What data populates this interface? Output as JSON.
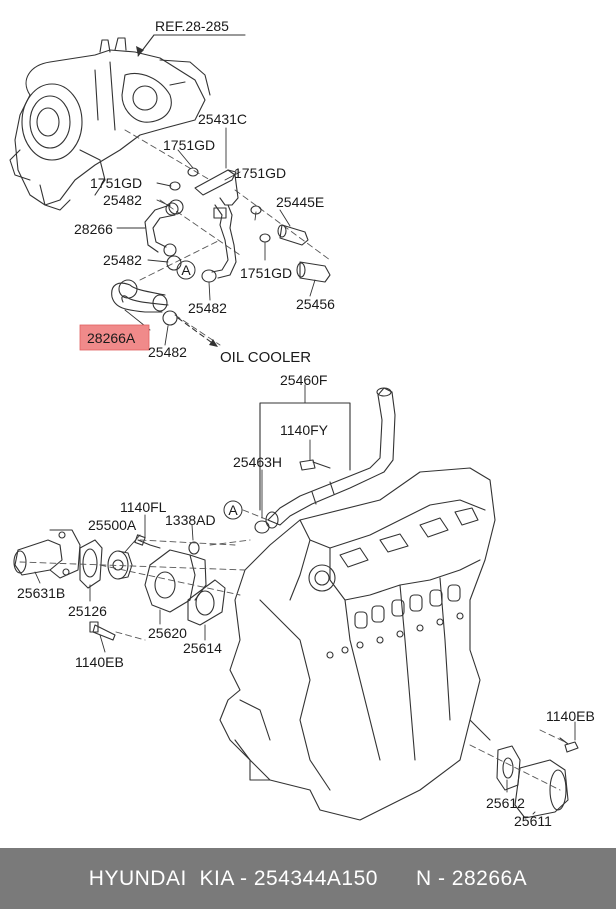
{
  "diagram": {
    "labels": {
      "ref": "REF.28-285",
      "p25431C": "25431C",
      "p1751GD_a": "1751GD",
      "p1751GD_b": "1751GD",
      "p1751GD_c": "1751GD",
      "p1751GD_d": "1751GD",
      "p25482_a": "25482",
      "p25482_b": "25482",
      "p25482_c": "25482",
      "p25482_d": "25482",
      "p25445E": "25445E",
      "p28266": "28266",
      "p25456": "25456",
      "p28266A": "28266A",
      "oil_cooler": "OIL COOLER",
      "p25460F": "25460F",
      "p1140FY": "1140FY",
      "p25463H": "25463H",
      "p1140FL": "1140FL",
      "p25500A": "25500A",
      "p1338AD": "1338AD",
      "p25631B": "25631B",
      "p25126": "25126",
      "p25620": "25620",
      "p25614": "25614",
      "p1140EB_a": "1140EB",
      "p1140EB_b": "1140EB",
      "p25612": "25612",
      "p25611": "25611",
      "circle_a1": "A",
      "circle_a2": "A"
    },
    "highlight_color": "#f08a8a"
  },
  "footer": {
    "text": "HYUNDAI  KIA - 254344A150      N - 28266A"
  }
}
